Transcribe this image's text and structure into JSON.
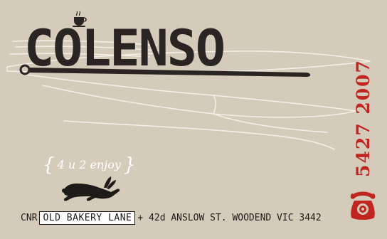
{
  "brand": {
    "name": "COLENSO"
  },
  "tagline": {
    "open": "{",
    "text": "4 u 2 enjoy",
    "close": "}"
  },
  "address": {
    "prefix": "CNR",
    "boxed": "OLD BAKERY LANE",
    "rest": "+ 42d ANSLOW ST. WOODEND VIC 3442"
  },
  "phone": {
    "number": "5427 2007"
  },
  "icons": {
    "cup": "coffee-cup-icon",
    "rabbit": "running-rabbit-icon",
    "phone": "telephone-icon",
    "sketch": "cutlery-outline-sketch"
  },
  "colors": {
    "background": "#d5cbbb",
    "ink": "#2a2522",
    "accent_red": "#c0261f",
    "sketch_line": "#f3efe7"
  }
}
